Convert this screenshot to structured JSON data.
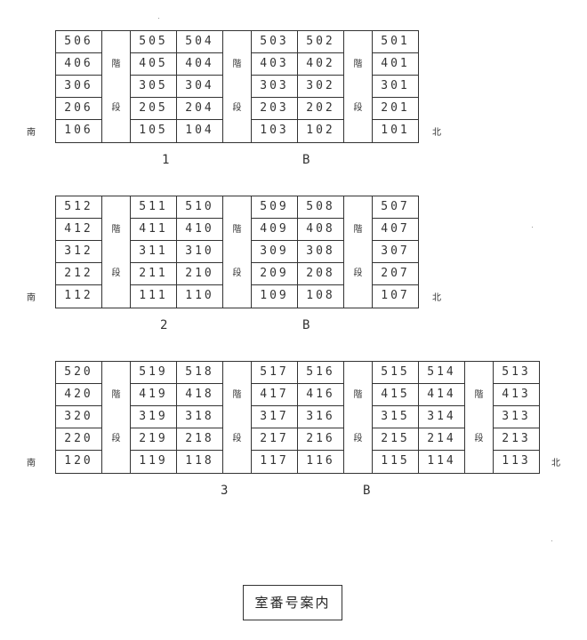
{
  "title": "室番号案内",
  "labels": {
    "south": "南",
    "north": "北",
    "stair_top": "階",
    "stair_bottom": "段"
  },
  "buildings": [
    {
      "name_left": "1",
      "name_right": "B",
      "blocks": [
        {
          "type": "rooms",
          "columns": [
            [
              "506",
              "406",
              "306",
              "206",
              "106"
            ]
          ]
        },
        {
          "type": "stair"
        },
        {
          "type": "rooms",
          "columns": [
            [
              "505",
              "405",
              "305",
              "205",
              "105"
            ],
            [
              "504",
              "404",
              "304",
              "204",
              "104"
            ]
          ]
        },
        {
          "type": "stair"
        },
        {
          "type": "rooms",
          "columns": [
            [
              "503",
              "403",
              "303",
              "203",
              "103"
            ],
            [
              "502",
              "402",
              "302",
              "202",
              "102"
            ]
          ]
        },
        {
          "type": "stair"
        },
        {
          "type": "rooms",
          "columns": [
            [
              "501",
              "401",
              "301",
              "201",
              "101"
            ]
          ]
        }
      ]
    },
    {
      "name_left": "2",
      "name_right": "B",
      "blocks": [
        {
          "type": "rooms",
          "columns": [
            [
              "512",
              "412",
              "312",
              "212",
              "112"
            ]
          ]
        },
        {
          "type": "stair"
        },
        {
          "type": "rooms",
          "columns": [
            [
              "511",
              "411",
              "311",
              "211",
              "111"
            ],
            [
              "510",
              "410",
              "310",
              "210",
              "110"
            ]
          ]
        },
        {
          "type": "stair"
        },
        {
          "type": "rooms",
          "columns": [
            [
              "509",
              "409",
              "309",
              "209",
              "109"
            ],
            [
              "508",
              "408",
              "308",
              "208",
              "108"
            ]
          ]
        },
        {
          "type": "stair"
        },
        {
          "type": "rooms",
          "columns": [
            [
              "507",
              "407",
              "307",
              "207",
              "107"
            ]
          ]
        }
      ]
    },
    {
      "name_left": "3",
      "name_right": "B",
      "blocks": [
        {
          "type": "rooms",
          "columns": [
            [
              "520",
              "420",
              "320",
              "220",
              "120"
            ]
          ]
        },
        {
          "type": "stair"
        },
        {
          "type": "rooms",
          "columns": [
            [
              "519",
              "419",
              "319",
              "219",
              "119"
            ],
            [
              "518",
              "418",
              "318",
              "218",
              "118"
            ]
          ]
        },
        {
          "type": "stair"
        },
        {
          "type": "rooms",
          "columns": [
            [
              "517",
              "417",
              "317",
              "217",
              "117"
            ],
            [
              "516",
              "416",
              "316",
              "216",
              "116"
            ]
          ]
        },
        {
          "type": "stair"
        },
        {
          "type": "rooms",
          "columns": [
            [
              "515",
              "415",
              "315",
              "215",
              "115"
            ],
            [
              "514",
              "414",
              "314",
              "214",
              "114"
            ]
          ]
        },
        {
          "type": "stair"
        },
        {
          "type": "rooms",
          "columns": [
            [
              "513",
              "413",
              "313",
              "213",
              "113"
            ]
          ]
        }
      ]
    }
  ]
}
